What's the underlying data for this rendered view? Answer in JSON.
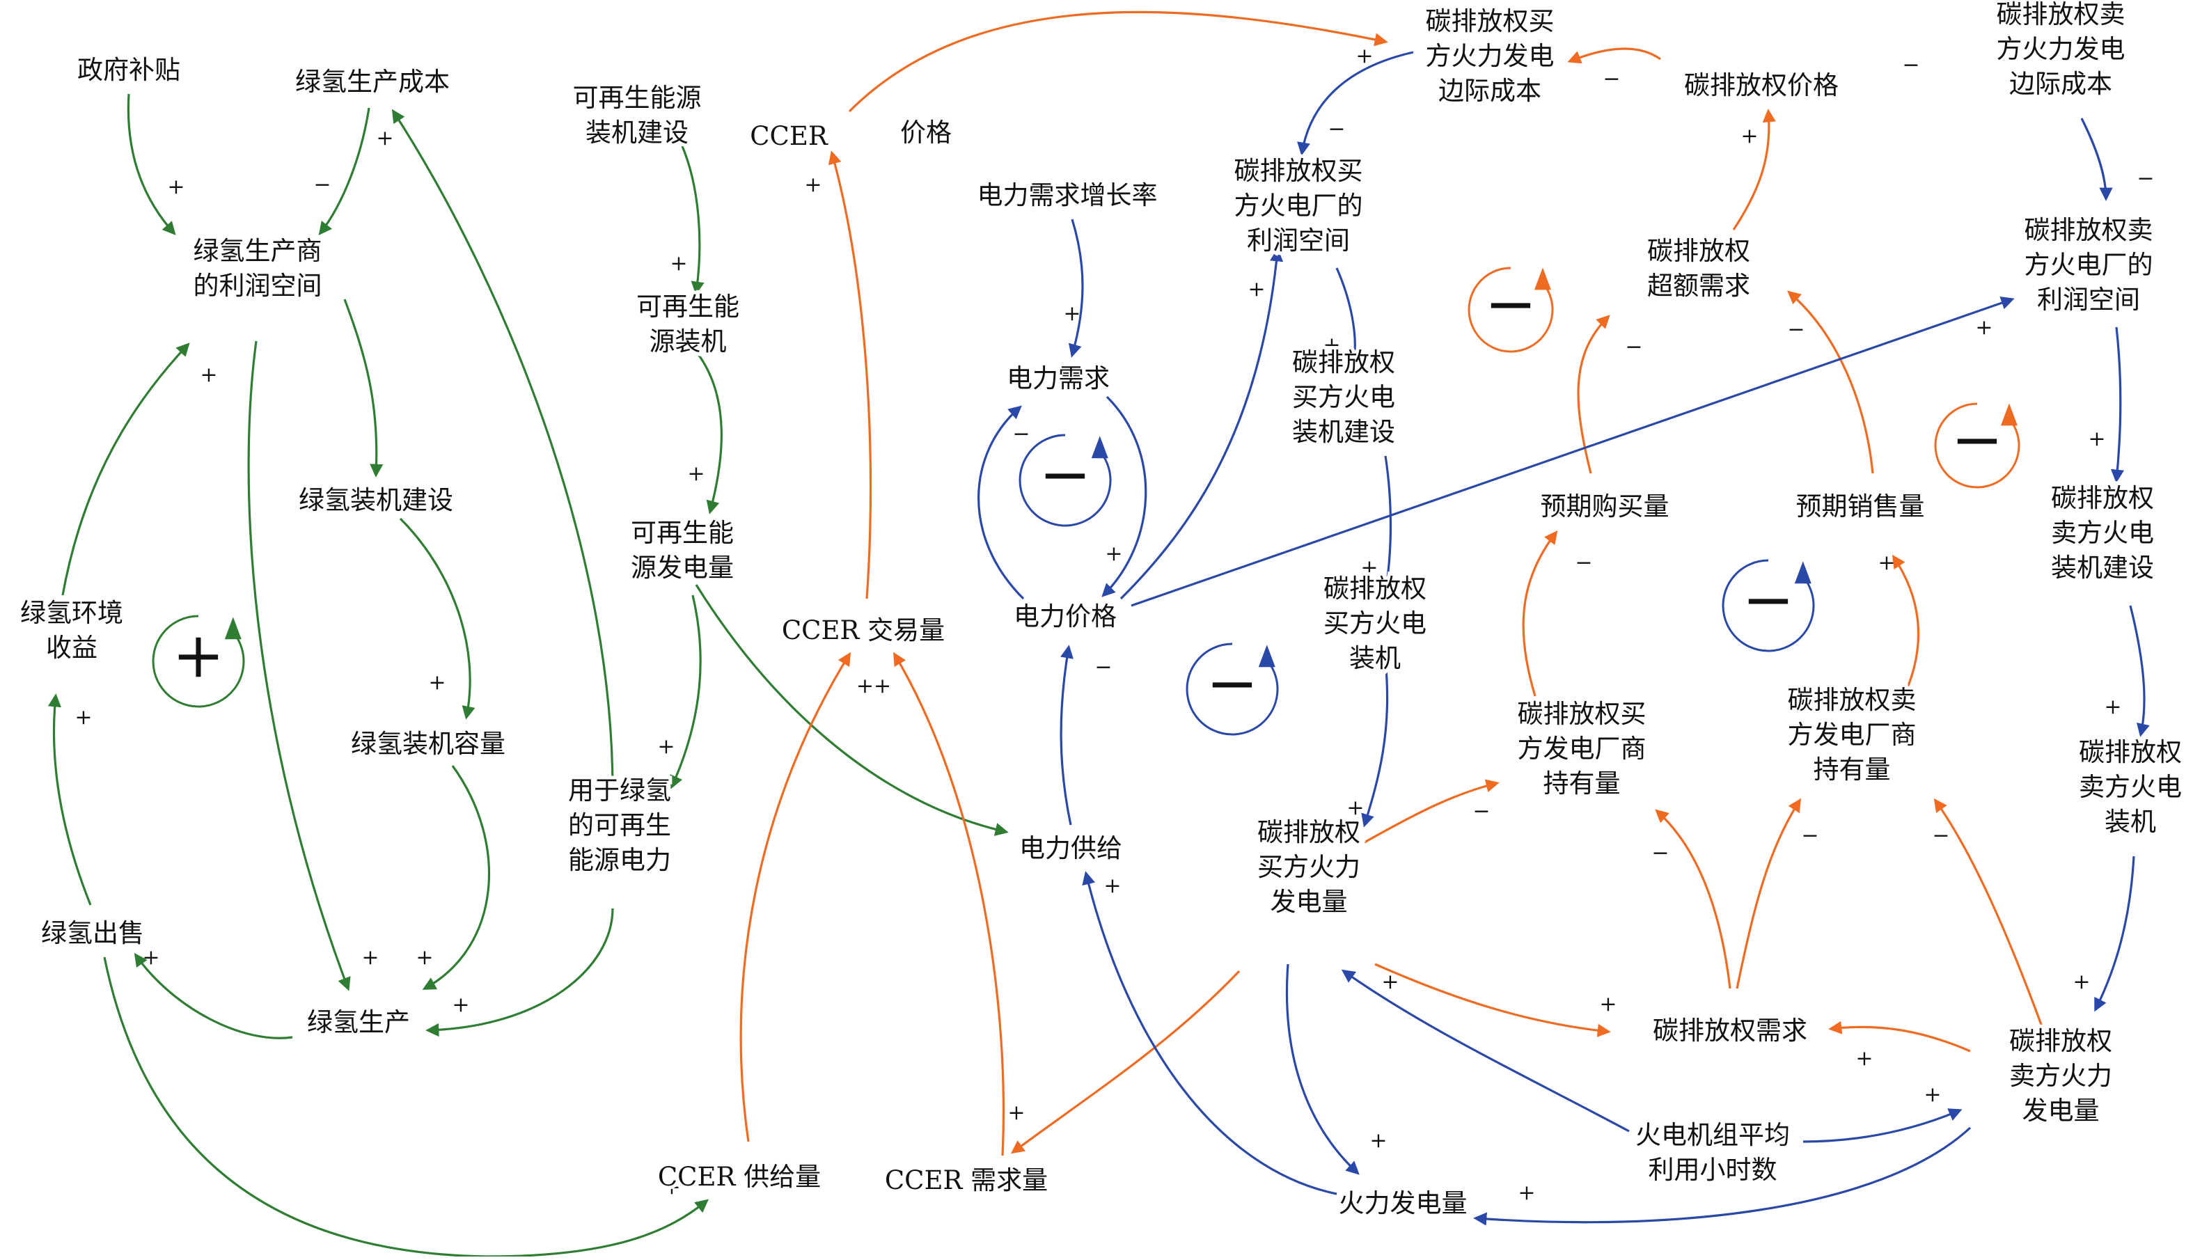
{
  "nodes": {
    "gov_subsidy": "政府补贴",
    "h2_cost": "绿氢生产成本",
    "h2_profit": [
      "绿氢生产商",
      "的利润空间"
    ],
    "h2_build": "绿氢装机建设",
    "h2_env": [
      "绿氢环境",
      "收益"
    ],
    "h2_capacity": "绿氢装机容量",
    "h2_sale": "绿氢出售",
    "h2_prod": "绿氢生产",
    "re_build": [
      "可再生能源",
      "装机建设"
    ],
    "re_units": [
      "可再生能",
      "源装机"
    ],
    "re_gen": [
      "可再生能",
      "源发电量"
    ],
    "re_for_h2": [
      "用于绿氢",
      "的可再生",
      "能源电力"
    ],
    "ccer_price_a": "CCER",
    "ccer_price_b": "价格",
    "ccer_trade": "CCER 交易量",
    "ccer_supply": "CCER 供给量",
    "ccer_demand": "CCER 需求量",
    "demand_growth": "电力需求增长率",
    "power_demand": "电力需求",
    "power_price": "电力价格",
    "power_supply": "电力供给",
    "thermal_gen": "火力发电量",
    "buyer_cost": [
      "碳排放权买",
      "方火力发电",
      "边际成本"
    ],
    "buyer_profit": [
      "碳排放权买",
      "方火电厂的",
      "利润空间"
    ],
    "buyer_build": [
      "碳排放权",
      "买方火电",
      "装机建设"
    ],
    "buyer_units": [
      "碳排放权",
      "买方火电",
      "装机"
    ],
    "buyer_gen": [
      "碳排放权",
      "买方火力",
      "发电量"
    ],
    "carbon_price": "碳排放权价格",
    "excess_demand": [
      "碳排放权",
      "超额需求"
    ],
    "expected_buy": "预期购买量",
    "expected_sell": "预期销售量",
    "buyer_hold": [
      "碳排放权买",
      "方发电厂商",
      "持有量"
    ],
    "seller_hold": [
      "碳排放权卖",
      "方发电厂商",
      "持有量"
    ],
    "carbon_demand": "碳排放权需求",
    "avg_hours": [
      "火电机组平均",
      "利用小时数"
    ],
    "seller_cost": [
      "碳排放权卖",
      "方火力发电",
      "边际成本"
    ],
    "seller_profit": [
      "碳排放权卖",
      "方火电厂的",
      "利润空间"
    ],
    "seller_build": [
      "碳排放权",
      "卖方火电",
      "装机建设"
    ],
    "seller_units": [
      "碳排放权",
      "卖方火电",
      "装机"
    ],
    "seller_gen": [
      "碳排放权",
      "卖方火力",
      "发电量"
    ]
  },
  "signs": {
    "plus": "+",
    "minus": "−",
    "plusplus": "++"
  },
  "colors": {
    "green": "#2e7d32",
    "orange": "#f06b22",
    "blue": "#2a48a8",
    "text": "#111111"
  },
  "loops": [
    {
      "polarity": "+",
      "color": "green"
    },
    {
      "polarity": "−",
      "color": "blue"
    },
    {
      "polarity": "−",
      "color": "blue"
    },
    {
      "polarity": "−",
      "color": "orange"
    },
    {
      "polarity": "−",
      "color": "orange"
    },
    {
      "polarity": "−",
      "color": "blue"
    }
  ]
}
